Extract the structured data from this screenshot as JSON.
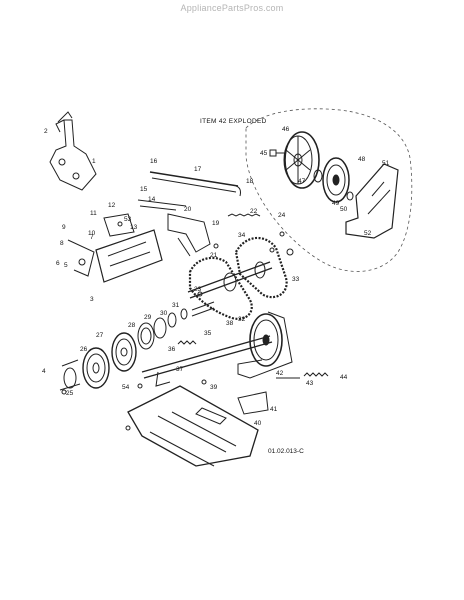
{
  "watermark": "AppliancePartsPros.com",
  "exploded_caption": "ITEM 42 EXPLODED",
  "diagram_code": "01.02.013-C",
  "callouts": [
    "1",
    "2",
    "3",
    "4",
    "5",
    "6",
    "7",
    "8",
    "9",
    "10",
    "11",
    "12",
    "13",
    "14",
    "15",
    "16",
    "17",
    "18",
    "19",
    "20",
    "21",
    "22",
    "23",
    "24",
    "25",
    "26",
    "27",
    "28",
    "29",
    "30",
    "31",
    "32",
    "33",
    "34",
    "35",
    "36",
    "37",
    "38",
    "39",
    "40",
    "41",
    "42",
    "43",
    "44",
    "45",
    "46",
    "47",
    "48",
    "49",
    "50",
    "51",
    "52",
    "53",
    "54"
  ]
}
